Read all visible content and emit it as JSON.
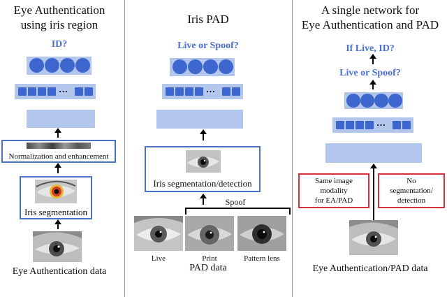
{
  "panel1": {
    "title_line1": "Eye Authentication",
    "title_line2": "using iris region",
    "output_label": "ID?",
    "normalization_label": "Normalization and enhancement",
    "segmentation_label": "Iris segmentation",
    "data_label": "Eye Authentication data"
  },
  "panel2": {
    "title": "Iris PAD",
    "output_label": "Live or Spoof?",
    "detection_label": "Iris segmentation/detection",
    "spoof_label": "Spoof",
    "sample_labels": [
      "Live",
      "Print",
      "Pattern lens"
    ],
    "data_label": "PAD data"
  },
  "panel3": {
    "title_line1": "A single network for",
    "title_line2": "Eye Authentication and PAD",
    "output_label_top": "If Live, ID?",
    "output_label_mid": "Live or Spoof?",
    "box_left_lines": [
      "Same image",
      "modality",
      "for EA/PAD"
    ],
    "box_right_lines": [
      "No",
      "segmentation/",
      "detection"
    ],
    "data_label": "Eye Authentication/PAD data"
  },
  "colors": {
    "layer_fill": "#b3c6ec",
    "node_fill": "#3d67cf",
    "label_blue": "#4a6fd0",
    "box_blue": "#4a73c8",
    "box_red": "#d7303a",
    "divider": "#9a9a9a"
  }
}
